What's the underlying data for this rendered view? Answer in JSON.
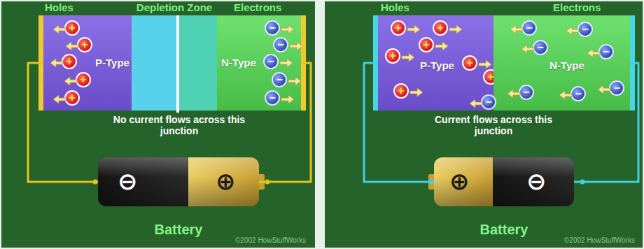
{
  "diagram": {
    "nodes": [
      {
        "text": [
          "P-Type"
        ]
      },
      {
        "text": [
          "+"
        ],
        "in": 0
      },
      {
        "text": [
          "+"
        ],
        "in": 0
      },
      {
        "text": [
          "+"
        ],
        "in": 0
      },
      {
        "text": [
          "+"
        ],
        "in": 0
      },
      {
        "text": [
          "+"
        ],
        "in": 0
      },
      {
        "text": [
          "N-Type"
        ]
      },
      {
        "text": [
          "−"
        ],
        "in": 6
      },
      {
        "text": [
          "−"
        ],
        "in": 6
      },
      {
        "text": [
          "−"
        ],
        "in": 6
      },
      {
        "text": [
          "−"
        ],
        "in": 6
      },
      {
        "text": [
          "−"
        ],
        "in": 6
      },
      {
        "text": [
          "⊖",
          "⊕"
        ]
      },
      {
        "text": [
          "P-Type"
        ]
      },
      {
        "text": [
          "+"
        ],
        "in": 13
      },
      {
        "text": [
          "+"
        ],
        "in": 13
      },
      {
        "text": [
          "+"
        ],
        "in": 13
      },
      {
        "text": [
          "+"
        ],
        "in": 13
      },
      {
        "text": [
          "+"
        ],
        "in": 13
      },
      {
        "text": [
          "+"
        ],
        "in": 13
      },
      {
        "text": [
          "+"
        ],
        "in": 13
      },
      {
        "text": [
          "N-Type"
        ]
      },
      {
        "text": [
          "−"
        ],
        "in": 21
      },
      {
        "text": [
          "−"
        ],
        "in": 21
      },
      {
        "text": [
          "−"
        ],
        "in": 21
      },
      {
        "text": [
          "−"
        ],
        "in": 21
      },
      {
        "text": [
          "−"
        ],
        "in": 21
      },
      {
        "text": [
          "−"
        ],
        "in": 21
      },
      {
        "text": [
          "−"
        ],
        "in": 21
      },
      {
        "text": [
          "−"
        ],
        "in": 21
      },
      {
        "text": [
          "⊕",
          "⊖"
        ]
      }
    ],
    "edges": [
      {
        "from": 12,
        "to": 0,
        "arrow": "none"
      },
      {
        "from": 12,
        "to": 6,
        "arrow": "none"
      },
      {
        "from": 30,
        "to": 13,
        "arrow": "none"
      },
      {
        "from": 30,
        "to": 21,
        "arrow": "none"
      }
    ],
    "labels": [
      "Holes",
      "Depletion Zone",
      "Electrons",
      "No current flows across this junction",
      "Battery",
      "©2002 HowStuffWorks",
      "Holes",
      "Electrons",
      "Current flows across this junction",
      "Battery",
      "©2002 HowStuffWorks"
    ]
  }
}
